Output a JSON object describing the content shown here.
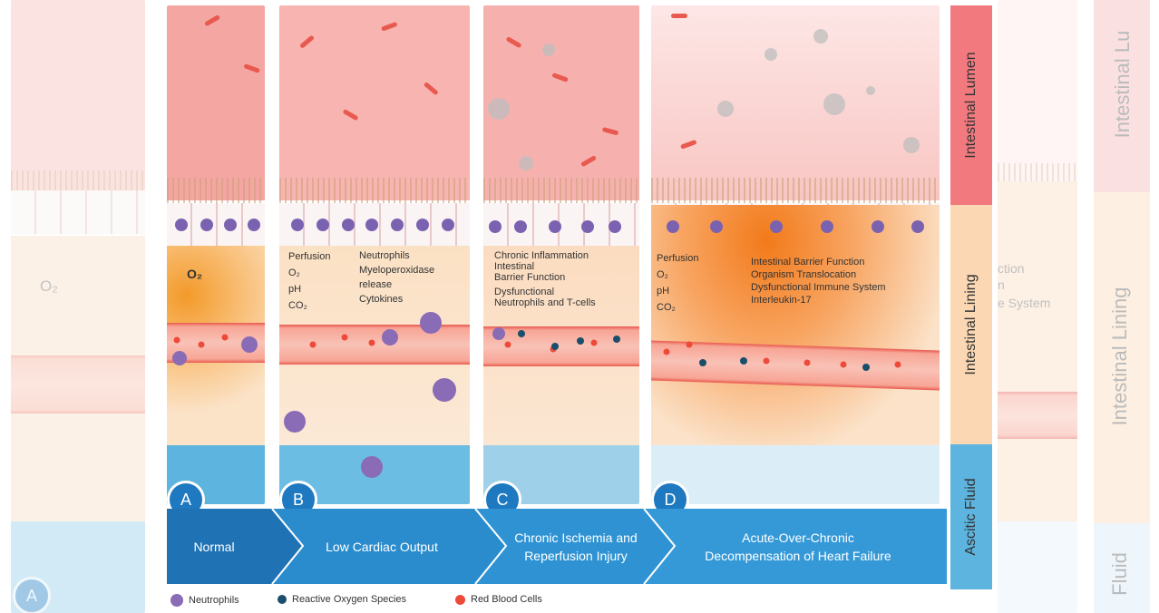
{
  "left_ghost": {
    "o2_label": "O₂",
    "badge": "A"
  },
  "panels": [
    {
      "badge": "A",
      "o2_label": "O₂"
    },
    {
      "badge": "B",
      "col1": [
        "Perfusion",
        "O₂",
        "pH",
        "CO₂"
      ],
      "col2": [
        "Neutrophils",
        "Myeloperoxidase",
        "release",
        "Cytokines"
      ]
    },
    {
      "badge": "C",
      "lines": [
        "Chronic Inflammation",
        "Intestinal",
        "Barrier Function",
        "Dysfunctional",
        "Neutrophils and T-cells"
      ]
    },
    {
      "badge": "D",
      "col1": [
        "Perfusion",
        "O₂",
        "pH",
        "CO₂"
      ],
      "col2": [
        "Intestinal Barrier Function",
        "Organism Translocation",
        "Dysfunctional Immune System",
        "Interleukin-17"
      ]
    }
  ],
  "stages": [
    "Normal",
    "Low Cardiac Output",
    "Chronic Ischemia and Reperfusion Injury",
    "Acute-Over-Chronic Decompensation of Heart Failure"
  ],
  "side_labels": [
    "Intestinal Lumen",
    "Intestinal Lining",
    "Ascitic Fluid"
  ],
  "right_ghost": {
    "text1": "ction",
    "text2": "n",
    "text3": "e System",
    "label1": "Intestinal Lu",
    "label2": "Intestinal Lining",
    "label3": "Fluid"
  },
  "legend": [
    "Neutrophils",
    "Reactive Oxygen Species",
    "Red Blood Cells"
  ],
  "colors": {
    "lumen": "#f6b0ad",
    "lining": "#fbe3c8",
    "fluid": "#5cb4df",
    "vessel": "#e8594f",
    "stage_bar": "#2a8ccd",
    "badge": "#1e79c0",
    "neutrophil": "#8a6bb5",
    "ros": "#1a4e6b",
    "rbc": "#ee4a3a"
  }
}
